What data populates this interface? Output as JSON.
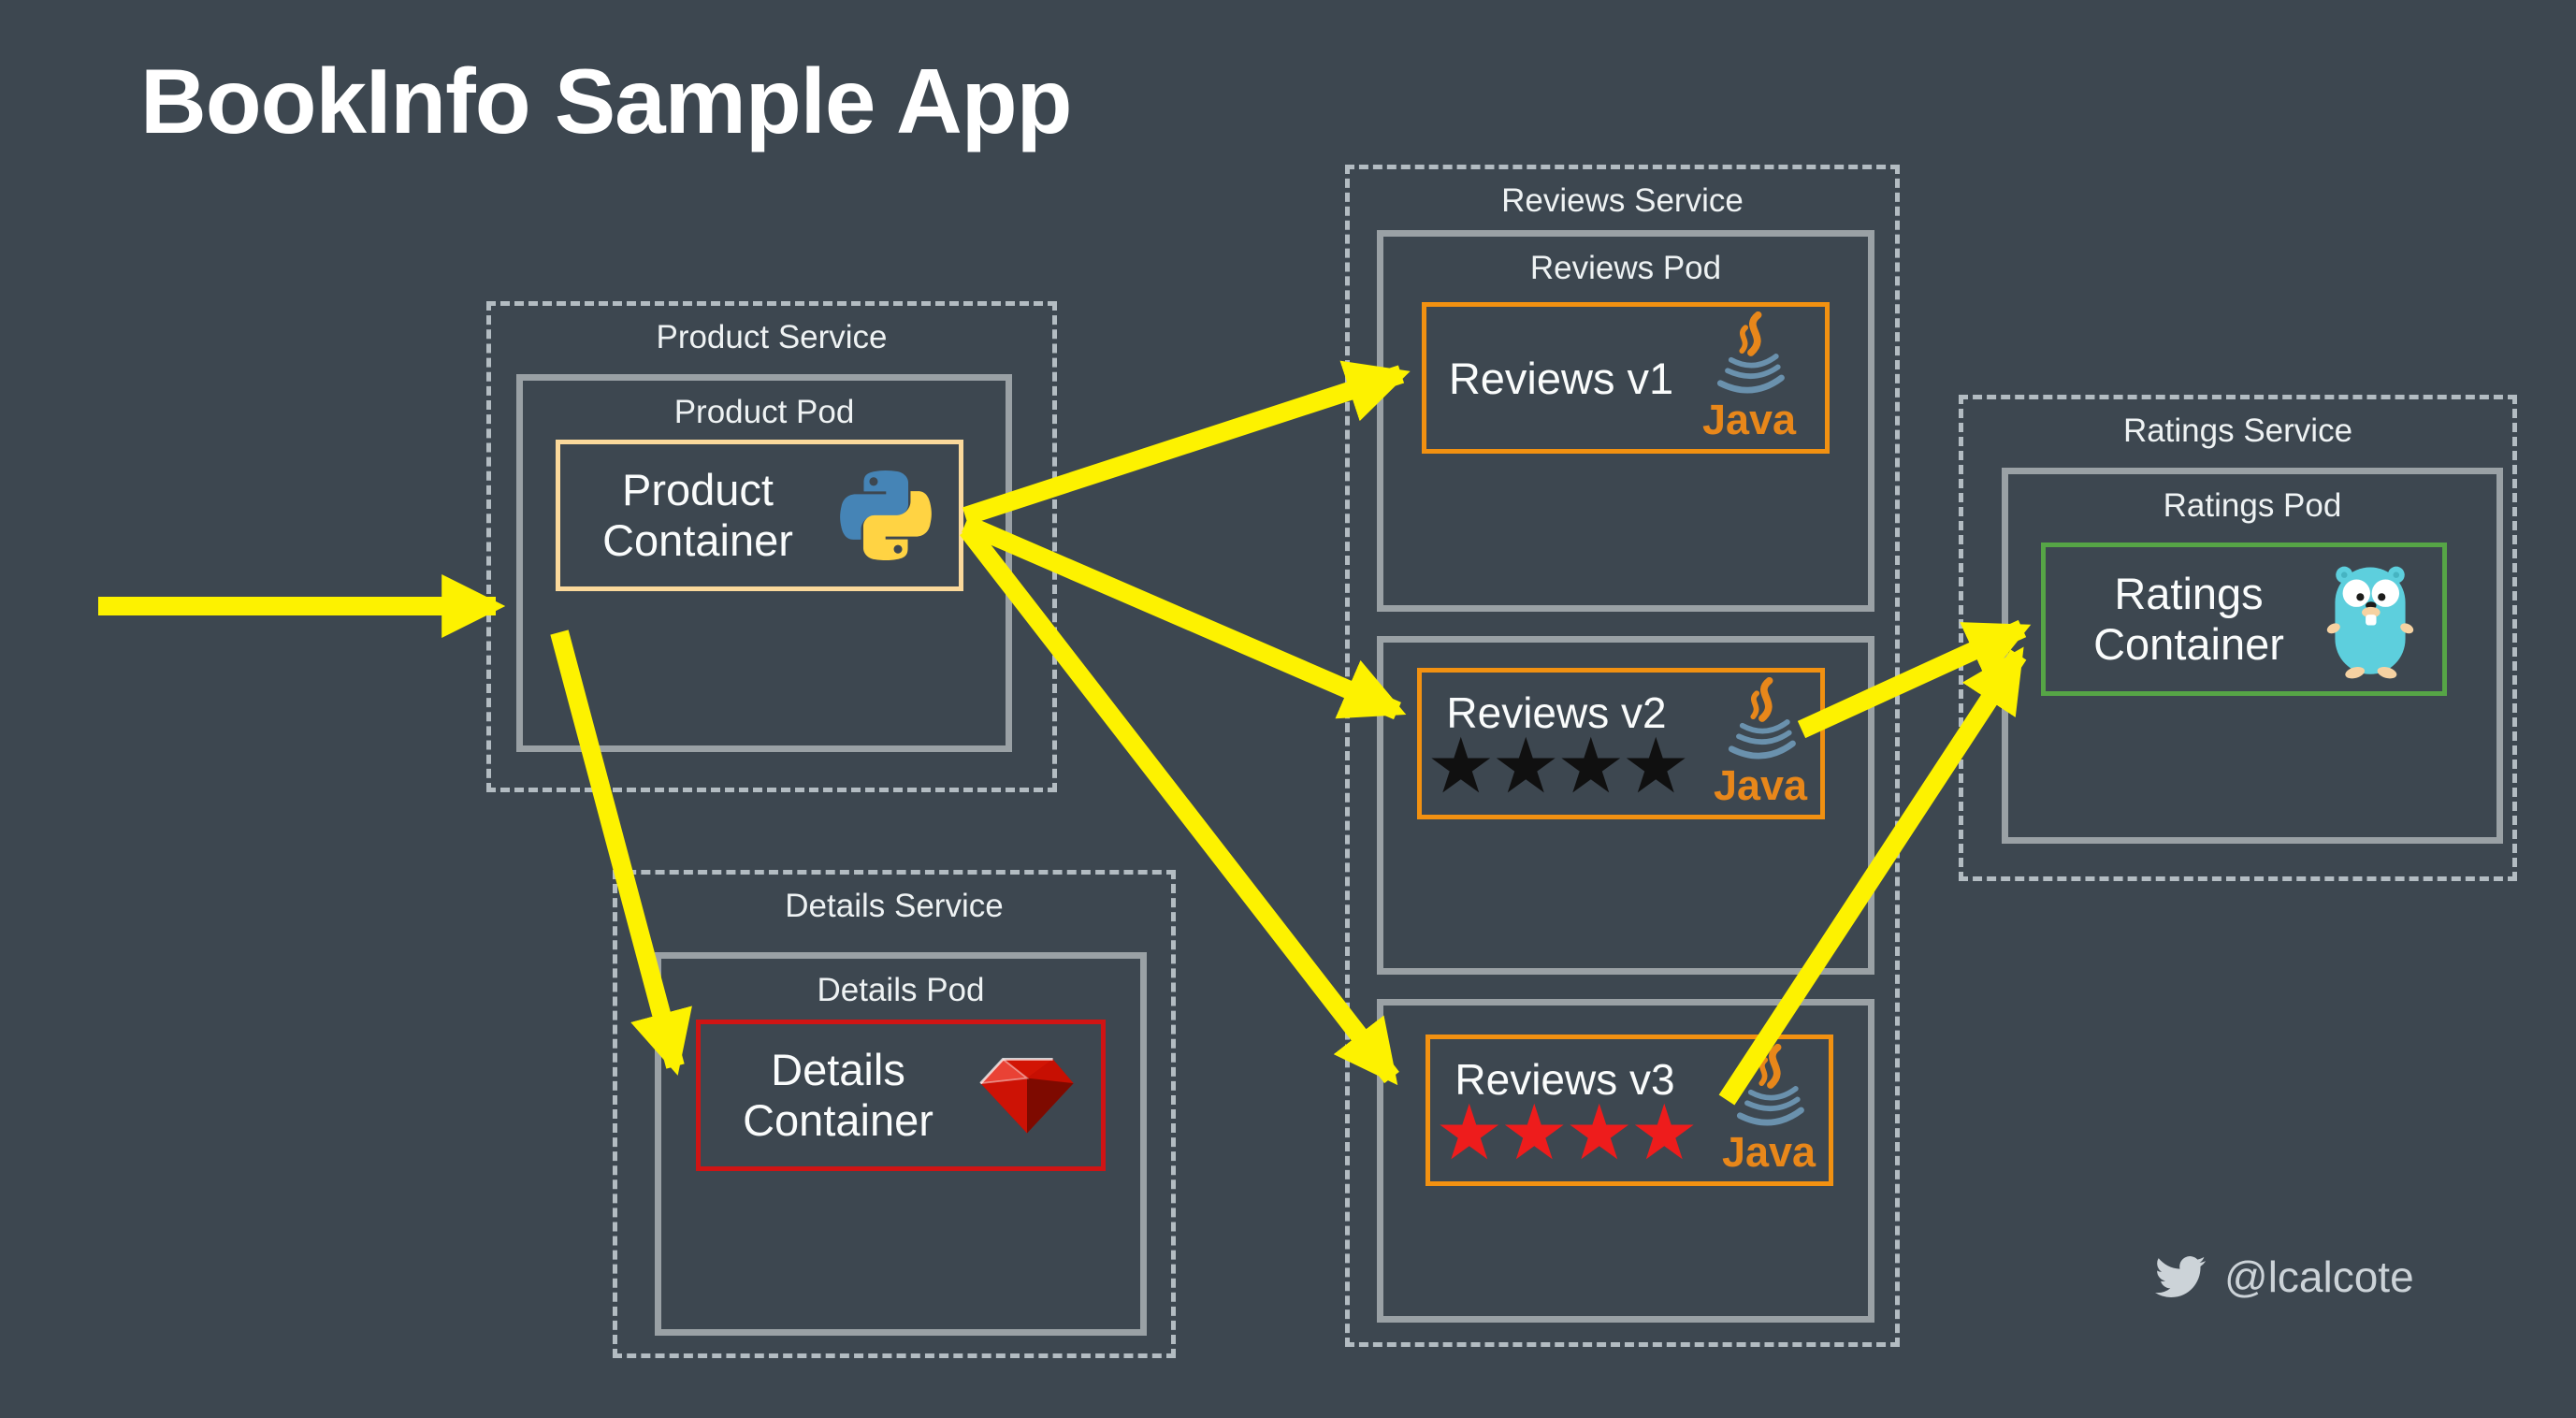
{
  "title": "BookInfo Sample App",
  "product": {
    "service_label": "Product Service",
    "pod_label": "Product Pod",
    "container_label": "Product Container",
    "icon": "python-icon"
  },
  "details": {
    "service_label": "Details Service",
    "pod_label": "Details Pod",
    "container_label": "Details Container",
    "icon": "ruby-icon"
  },
  "reviews": {
    "service_label": "Reviews Service",
    "pod_label": "Reviews Pod",
    "v1": {
      "label": "Reviews v1",
      "icon": "java-icon",
      "java_label": "Java"
    },
    "v2": {
      "label": "Reviews v2",
      "icon": "java-icon",
      "java_label": "Java",
      "stars": "★★★★",
      "stars_color": "#101010"
    },
    "v3": {
      "label": "Reviews v3",
      "icon": "java-icon",
      "java_label": "Java",
      "stars": "★★★★",
      "stars_color": "#ee1c1c"
    }
  },
  "ratings": {
    "service_label": "Ratings Service",
    "pod_label": "Ratings Pod",
    "container_label": "Ratings Container",
    "icon": "go-gopher-icon"
  },
  "attribution": {
    "handle": "@lcalcote",
    "icon": "twitter-bird-icon"
  },
  "colors": {
    "background": "#3d4750",
    "arrow_yellow": "#fdf200",
    "service_dashed_border": "#b3bcc2",
    "pod_border": "#9aa1a5",
    "product_container_border": "#fbd99b",
    "reviews_container_border": "#f29111",
    "details_container_border": "#d01414",
    "ratings_container_border": "#56a546",
    "java_orange": "#e8871a",
    "java_blue": "#6a91ad",
    "text": "#f2f5f6",
    "attribution_text": "#ccd3d8"
  }
}
